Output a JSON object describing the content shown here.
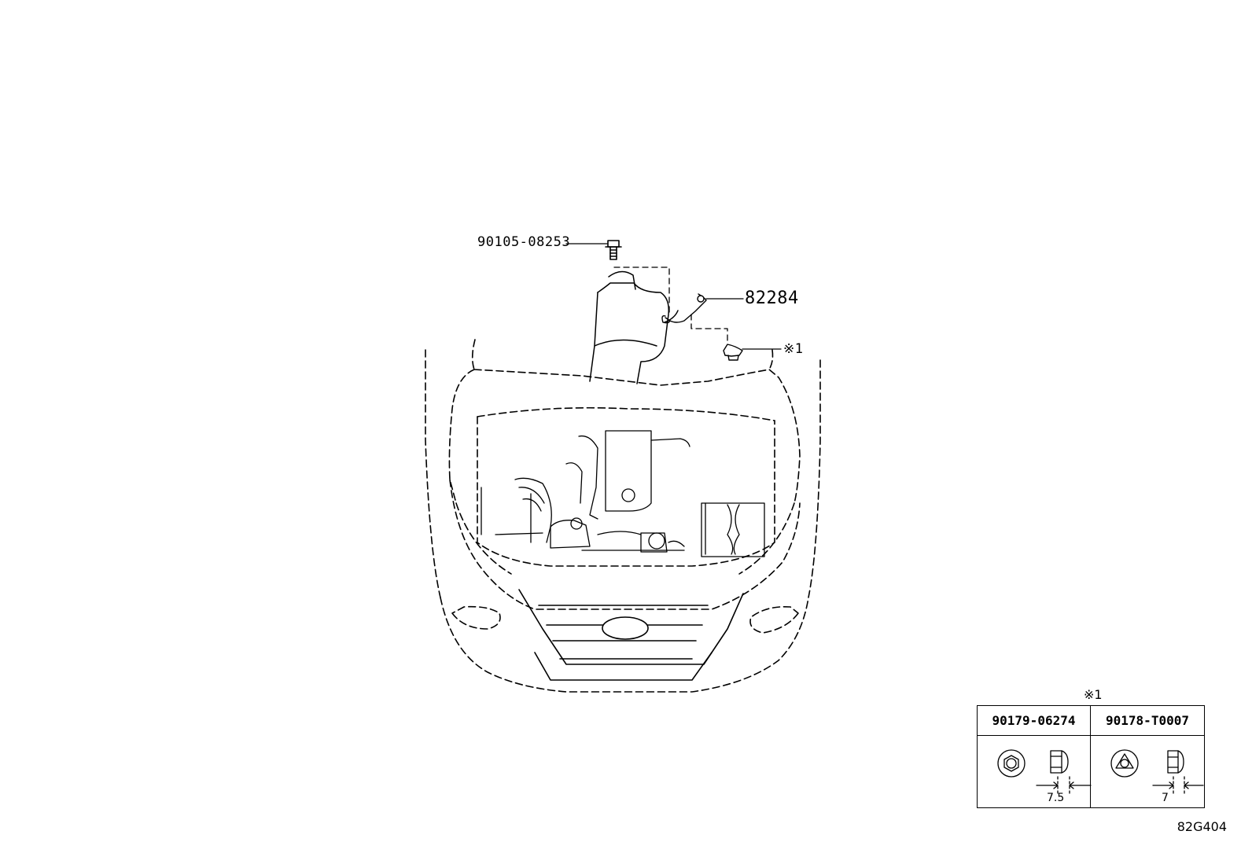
{
  "callouts": {
    "bolt_part": "90105-08253",
    "cable_part": "82284",
    "clip_ref": "※1"
  },
  "reference_table": {
    "title": "※1",
    "columns": [
      {
        "part_number": "90179-06274",
        "dimension": "7.5"
      },
      {
        "part_number": "90178-T0007",
        "dimension": "7"
      }
    ]
  },
  "figure_code": "82G404",
  "icons": [
    "hex-bolt-icon",
    "ground-cable-icon",
    "clip-nut-icon",
    "hex-nut-top-icon",
    "hex-nut-side-icon",
    "tri-nut-top-icon"
  ]
}
